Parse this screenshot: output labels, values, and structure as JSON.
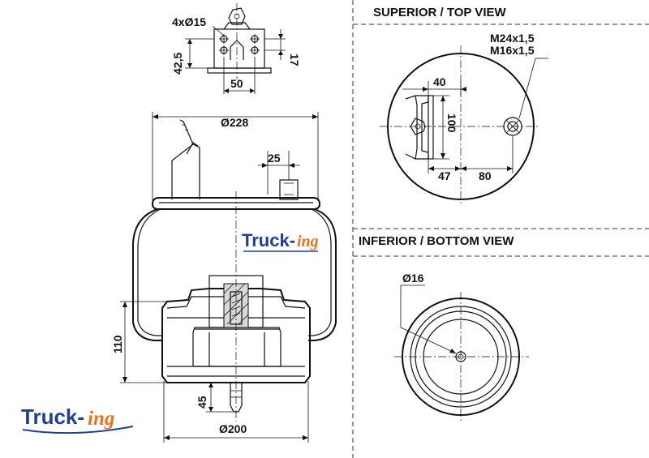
{
  "headers": {
    "top_view": "SUPERIOR / TOP VIEW",
    "bottom_view": "INFERIOR / BOTTOM VIEW"
  },
  "dimensions": {
    "holes": "4xØ15",
    "d17": "17",
    "d42_5": "42,5",
    "d50": "50",
    "d228": "Ø228",
    "d25": "25",
    "d110": "110",
    "d45": "45",
    "d200": "Ø200",
    "thread1": "M24x1,5",
    "thread2": "M16x1,5",
    "d40": "40",
    "d100": "100",
    "d47": "47",
    "d80": "80",
    "d16": "Ø16"
  },
  "branding": {
    "drawing_logo_main": "Truck-",
    "drawing_logo_sub": "ing",
    "corner_logo_main": "Truck-",
    "corner_logo_sub": "ing",
    "brand_blue": "#1f3f99",
    "brand_orange": "#e8731a"
  }
}
